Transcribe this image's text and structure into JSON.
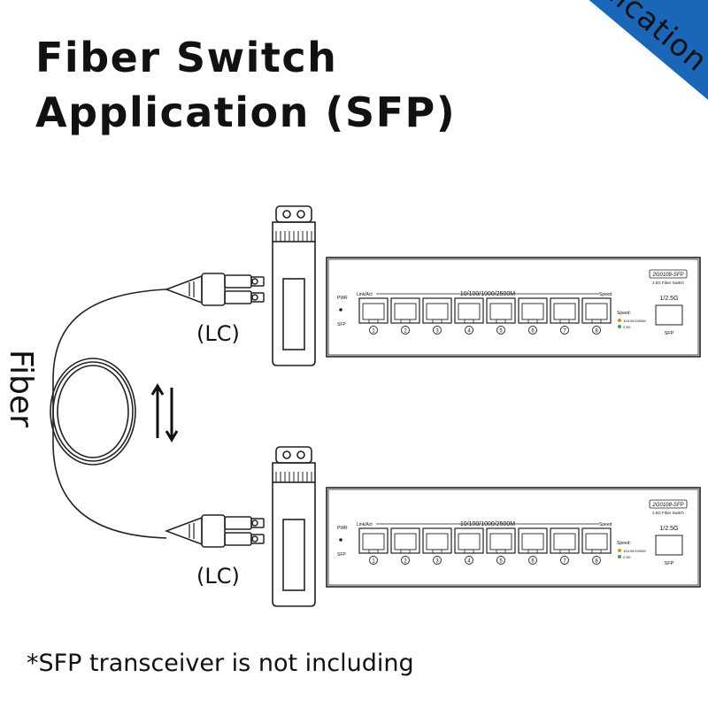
{
  "title": {
    "line1": "Fiber Switch",
    "line2": "Application (SFP)"
  },
  "banner": {
    "label": "Application"
  },
  "fiber_label": "Fiber",
  "lc_label": "(LC)",
  "switch": {
    "model": "2G0108-SFP",
    "subtitle": "2.5G Fiber Switch",
    "speed_bar": "10/100/1000/2500M",
    "link_act": "Link/Act",
    "speed_tag": "Speed",
    "pwr": "PWR",
    "sfp_led": "SFP",
    "speed_label": "Speed:",
    "legend_1": "10/100/1000M",
    "legend_2": "2.5G",
    "sfp_speed": "1/2.5G",
    "sfp_port": "SFP",
    "ports": [
      "1",
      "2",
      "3",
      "4",
      "5",
      "6",
      "7",
      "8"
    ],
    "colors": {
      "legend_1": "#e08a1e",
      "legend_2": "#3aa24a"
    }
  },
  "footnote": "*SFP transceiver is not including",
  "colors": {
    "banner": "#1a66b8",
    "line": "#222222"
  }
}
